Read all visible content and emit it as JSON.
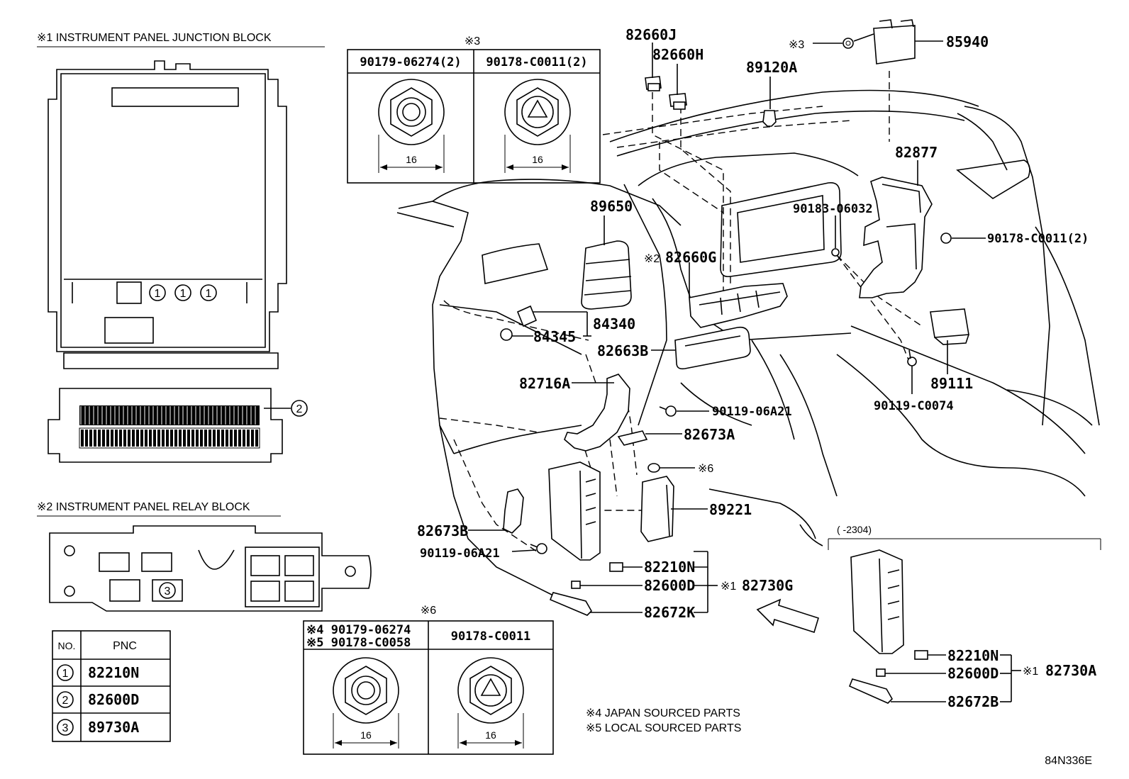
{
  "notes": {
    "junction_block_title": "※1 INSTRUMENT PANEL JUNCTION BLOCK",
    "relay_block_title": "※2 INSTRUMENT PANEL RELAY BLOCK",
    "japan_sourced": "※4 JAPAN SOURCED PARTS",
    "local_sourced": "※5 LOCAL SOURCED PARTS",
    "diagram_code": "84N336E",
    "range_label": "(     -2304)"
  },
  "pnc_table": {
    "header_no": "NO.",
    "header_pnc": "PNC",
    "rows": [
      {
        "no": "1",
        "pnc": "82210N"
      },
      {
        "no": "2",
        "pnc": "82600D"
      },
      {
        "no": "3",
        "pnc": "89730A"
      }
    ]
  },
  "circle_markers": {
    "jb_1a": "1",
    "jb_1b": "1",
    "jb_1c": "1",
    "jb_2": "2",
    "rb_3": "3"
  },
  "box3": {
    "mark": "※3",
    "col1": "90179-06274(2)",
    "col2": "90178-C0011(2)",
    "dim1": "16",
    "dim2": "16"
  },
  "box6": {
    "mark": "※6",
    "col1_line1": "※4 90179-06274",
    "col1_line2": "※5 90178-C0058",
    "col2": "90178-C0011",
    "dim1": "16",
    "dim2": "16"
  },
  "parts": {
    "p82660J": "82660J",
    "p82660H": "82660H",
    "p89120A": "89120A",
    "mark3": "※3",
    "p85940": "85940",
    "p82877": "82877",
    "p90183": "90183-06032",
    "p90178_2": "90178-C0011(2)",
    "p89650": "89650",
    "mark2": "※2",
    "p82660G": "82660G",
    "p84340": "84340",
    "p84345": "84345",
    "p82663B": "82663B",
    "p82716A": "82716A",
    "p90119_06A21_a": "90119-06A21",
    "p89111": "89111",
    "p90119_C0074": "90119-C0074",
    "p82673A": "82673A",
    "mark6": "※6",
    "p89221": "89221",
    "p82673B": "82673B",
    "p90119_06A21_b": "90119-06A21",
    "p82210N_a": "82210N",
    "p82600D_a": "82600D",
    "mark1_a": "※1",
    "p82730G": "82730G",
    "p82672K": "82672K",
    "p82210N_b": "82210N",
    "p82600D_b": "82600D",
    "mark1_b": "※1",
    "p82730A": "82730A",
    "p82672B": "82672B"
  }
}
